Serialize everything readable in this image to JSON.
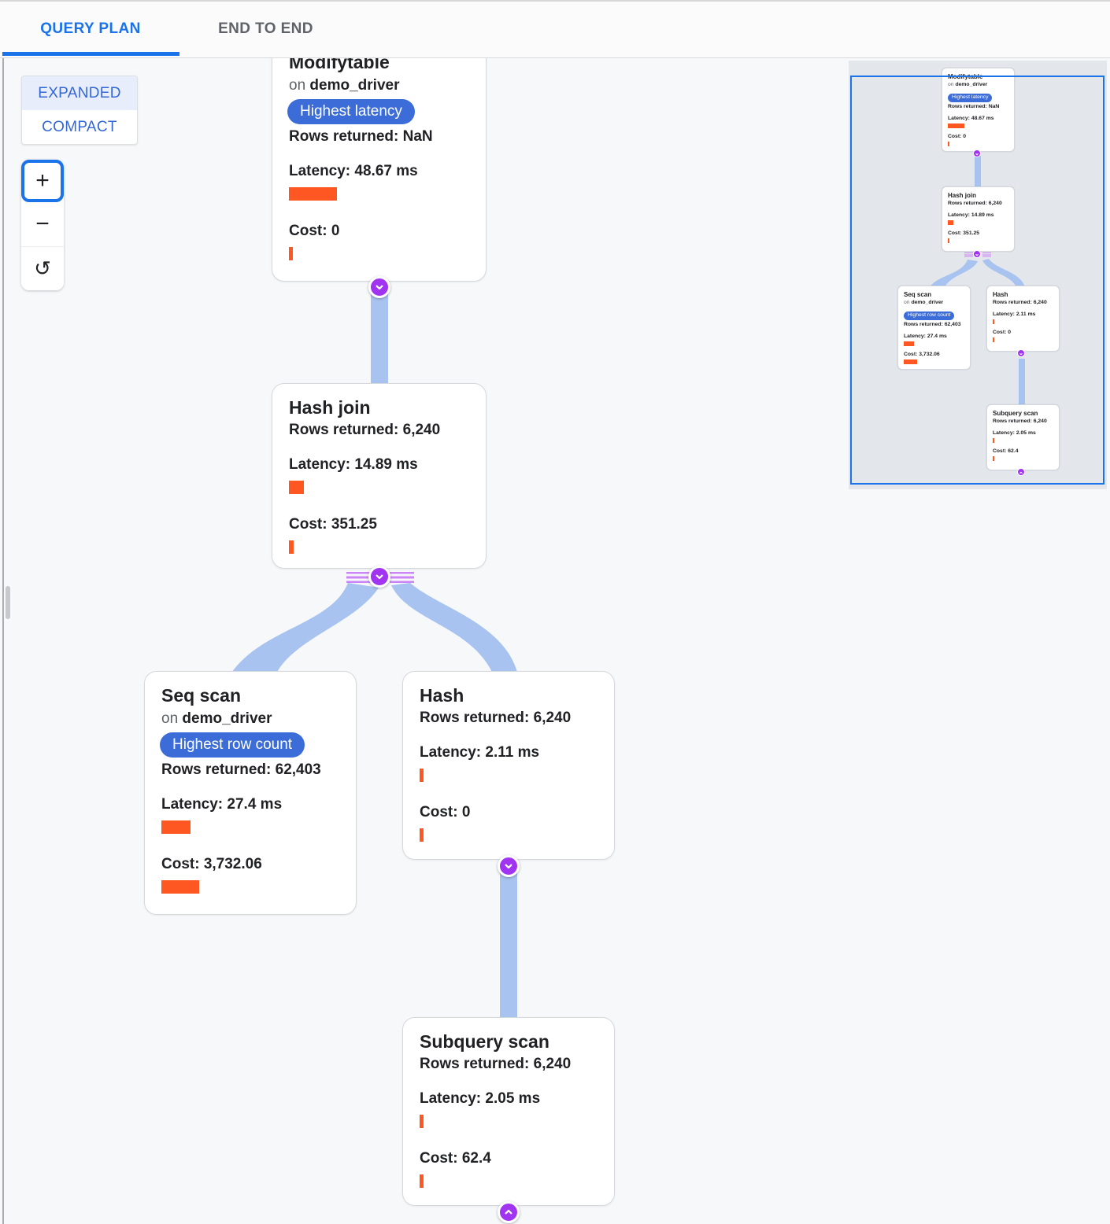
{
  "tabs": [
    {
      "label": "QUERY PLAN",
      "active": true
    },
    {
      "label": "END TO END",
      "active": false
    }
  ],
  "view_toggle": {
    "options": [
      "EXPANDED",
      "COMPACT"
    ],
    "selected": "EXPANDED"
  },
  "zoom_controls": {
    "zoom_in": "+",
    "zoom_out": "−",
    "reset_icon": "counterclockwise-arrow",
    "reset_glyph": "↺"
  },
  "colors": {
    "accent_blue": "#1a73e8",
    "badge_blue": "#3b6cd8",
    "bar_orange": "#ff5722",
    "edge_blue": "#a8c3f0",
    "connector_purple": "#a134f0",
    "tick_purple": "#cb85f7",
    "text_dark": "#202124",
    "text_gray": "#5f6368",
    "minimap_bg": "#e3e7ec"
  },
  "nodes": [
    {
      "title": "Modifytable",
      "on_prefix": "on",
      "table": "demo_driver",
      "badge": "Highest latency",
      "rows": "Rows returned: NaN",
      "latency": "Latency: 48.67 ms",
      "latency_bar": 61,
      "cost": "Cost: 0",
      "cost_bar": 5
    },
    {
      "title": "Hash join",
      "rows": "Rows returned: 6,240",
      "latency": "Latency: 14.89 ms",
      "latency_bar": 19,
      "cost": "Cost: 351.25",
      "cost_bar": 6
    },
    {
      "title": "Seq scan",
      "on_prefix": "on",
      "table": "demo_driver",
      "badge": "Highest row count",
      "rows": "Rows returned: 62,403",
      "latency": "Latency: 27.4 ms",
      "latency_bar": 37,
      "cost": "Cost: 3,732.06",
      "cost_bar": 48
    },
    {
      "title": "Hash",
      "rows": "Rows returned: 6,240",
      "latency": "Latency: 2.11 ms",
      "latency_bar": 5,
      "cost": "Cost: 0",
      "cost_bar": 5
    },
    {
      "title": "Subquery scan",
      "rows": "Rows returned: 6,240",
      "latency": "Latency: 2.05 ms",
      "latency_bar": 5,
      "cost": "Cost: 62.4",
      "cost_bar": 5
    }
  ]
}
